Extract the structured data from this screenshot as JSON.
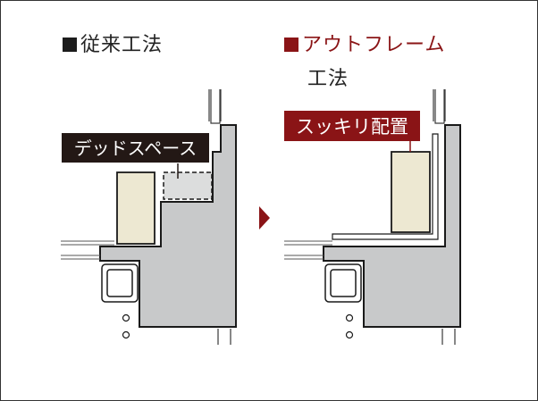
{
  "left_title": "従来工法",
  "right_title_line1": "アウトフレーム",
  "right_title_line2": "工法",
  "dead_space_label": "デッドスペース",
  "clean_label": "スッキリ配置",
  "colors": {
    "accent": "#8a1416",
    "label_dark": "#231815",
    "wall_gray": "#c8c9ca",
    "furniture": "#ede8d2",
    "dead_space": "#dcdddd"
  },
  "icons": [
    "arrow-right-icon"
  ]
}
